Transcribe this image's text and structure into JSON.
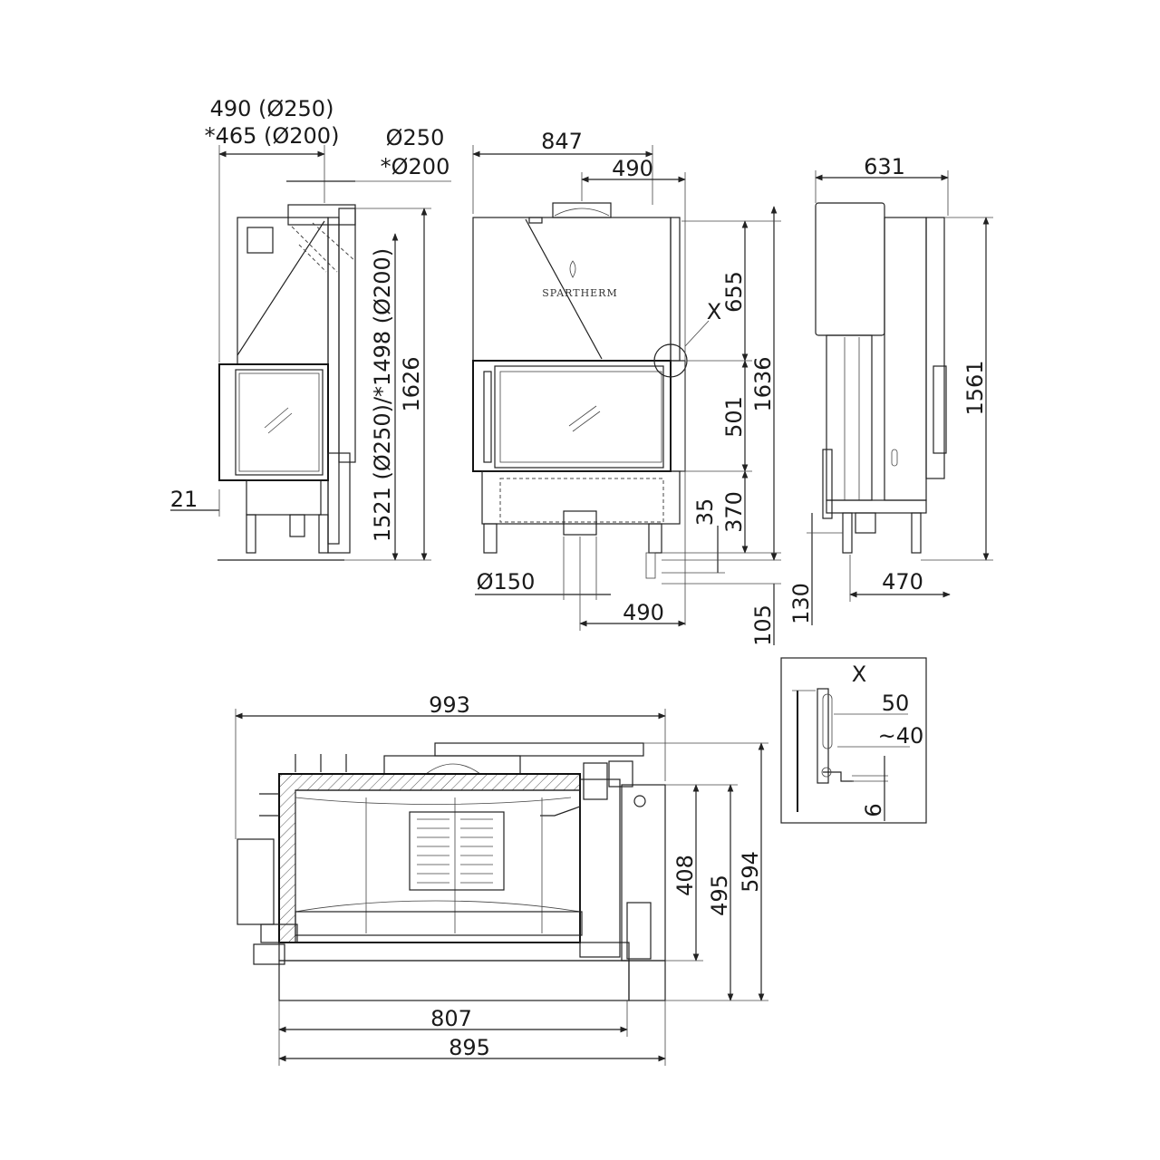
{
  "brand": {
    "logo_text": "SPARTHERM"
  },
  "left_view": {
    "width_top": "490 (Ø250)",
    "width_top_alt": "*465 (Ø200)",
    "flue_dia": "Ø250",
    "flue_dia_alt": "*Ø200",
    "flue_height": "1521 (Ø250)/*1498 (Ø200)",
    "total_height": "1626",
    "offset": "21"
  },
  "front_view": {
    "total_width": "847",
    "flue_offset": "490",
    "upper_height": "655",
    "glass_height": "501",
    "lower_height": "370",
    "foot_gap": "35",
    "total_height": "1636",
    "air_inlet_dia": "Ø150",
    "air_inlet_offset": "490",
    "base_offset": "105",
    "detail_marker": "X"
  },
  "side_view": {
    "depth": "631",
    "height": "1561",
    "foot_depth": "470",
    "foot_height": "130"
  },
  "plan_view": {
    "overall_width": "993",
    "inner_width": "807",
    "outer_width": "895",
    "depth_inner": "408",
    "depth_mid": "495",
    "depth_total": "594"
  },
  "detail_x": {
    "title": "X",
    "dim_a": "50",
    "dim_b": "~40",
    "dim_c": "6"
  }
}
